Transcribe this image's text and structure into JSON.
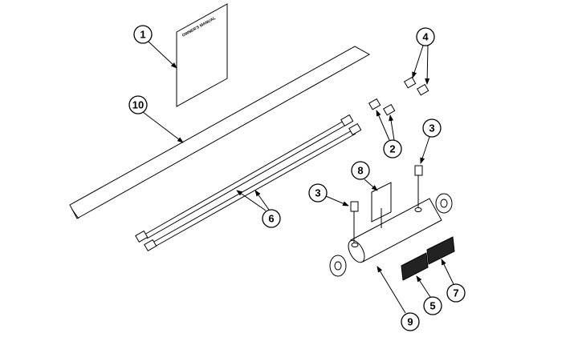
{
  "manual_text": "OWNER'S MANUAL",
  "callouts": [
    {
      "id": "1",
      "part": "owners-manual"
    },
    {
      "id": "10",
      "part": "strip"
    },
    {
      "id": "4",
      "part": "fittings-upper"
    },
    {
      "id": "2",
      "part": "fittings-lower"
    },
    {
      "id": "3",
      "part": "grease-fitting-right"
    },
    {
      "id": "8",
      "part": "decal-blank"
    },
    {
      "id": "3",
      "part": "grease-fitting-left"
    },
    {
      "id": "6",
      "part": "hoses"
    },
    {
      "id": "5",
      "part": "warning-decal-left"
    },
    {
      "id": "7",
      "part": "warning-decal-right"
    },
    {
      "id": "9",
      "part": "cylinder"
    }
  ]
}
